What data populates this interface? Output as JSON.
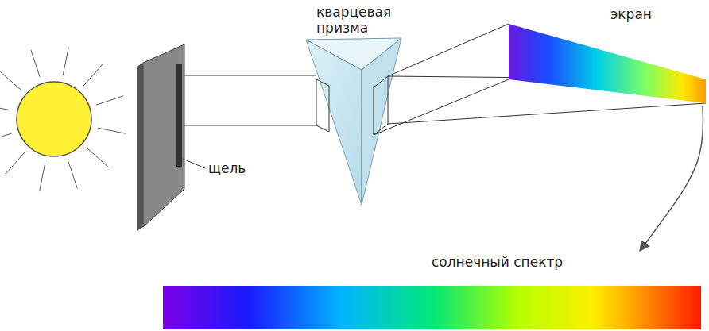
{
  "diagram": {
    "nodes": [
      {
        "text": [
          "экран"
        ]
      },
      {
        "text": [
          "солнечный спектр"
        ]
      }
    ],
    "edges": [
      {
        "from": 0,
        "to": 1,
        "arrow": "to"
      }
    ],
    "labels": [
      "кварцевая призма",
      "щель"
    ]
  }
}
